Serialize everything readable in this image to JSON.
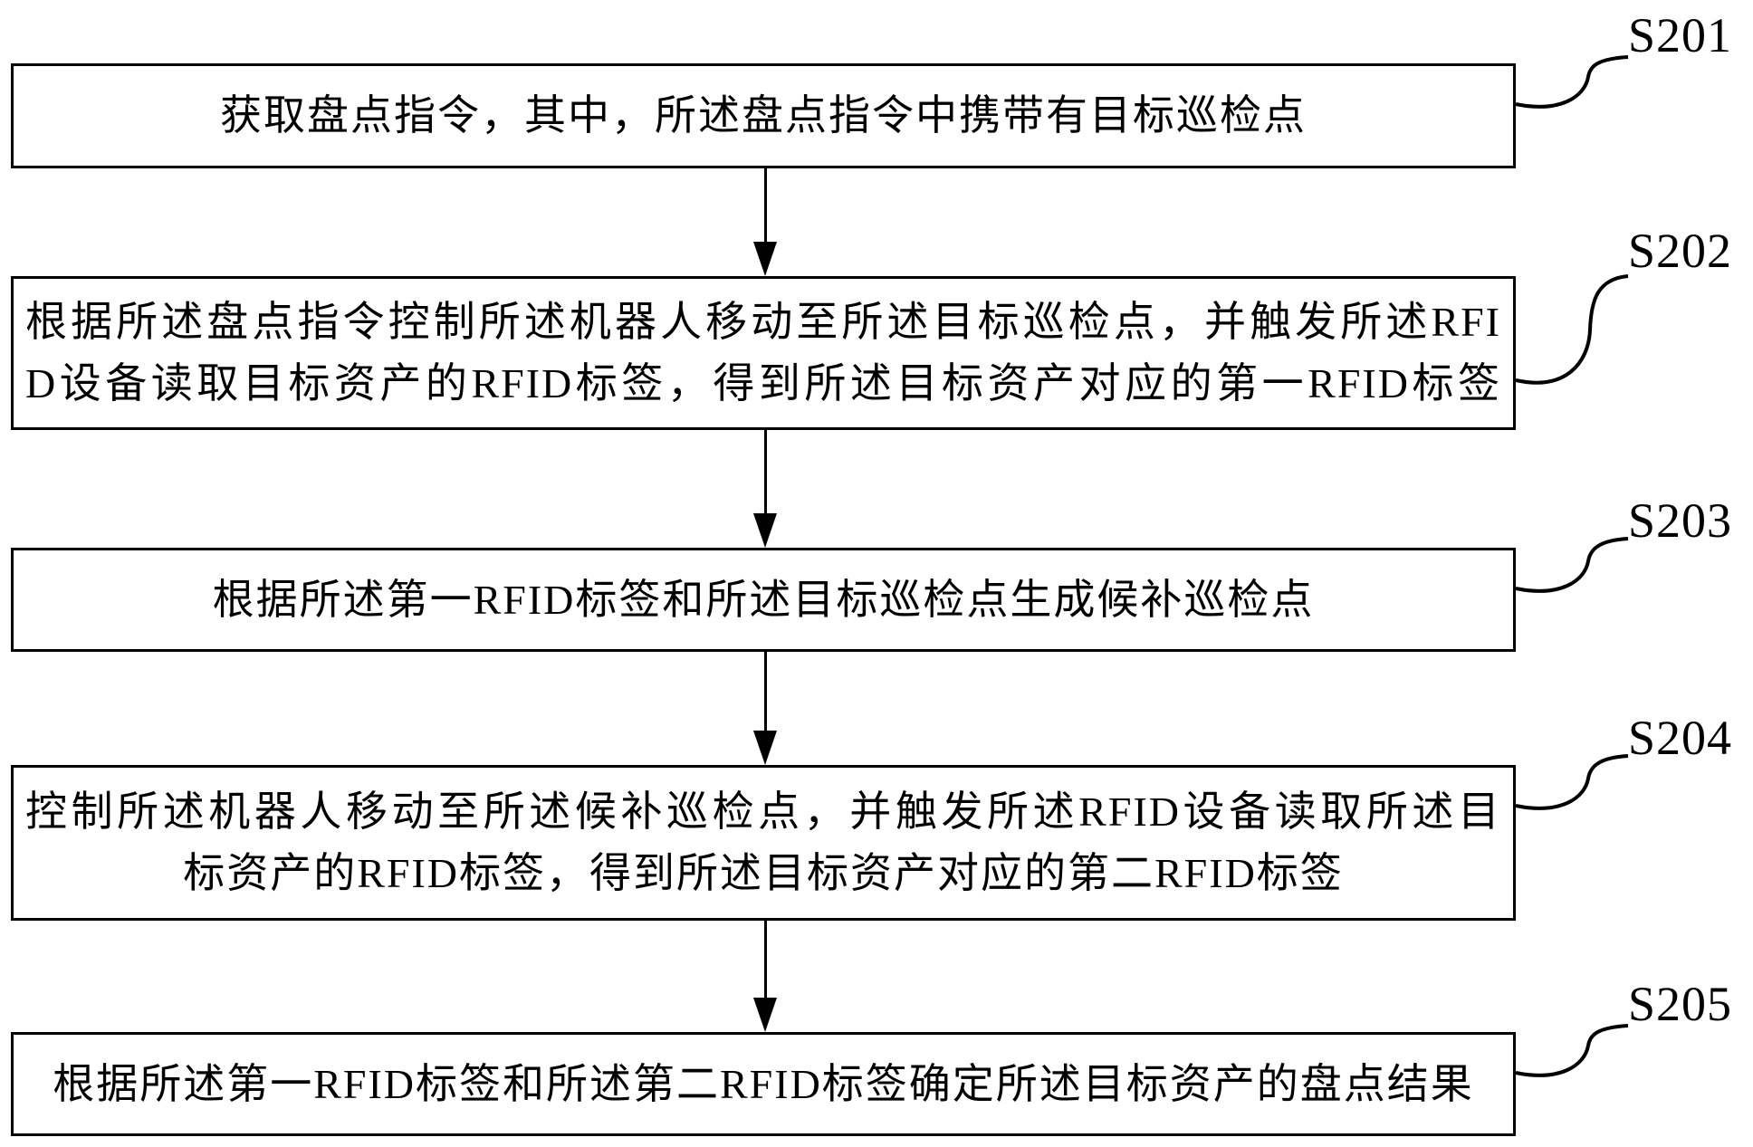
{
  "figure": {
    "type": "flowchart",
    "background_color": "#ffffff",
    "line_color": "#000000",
    "text_color": "#000000"
  },
  "steps": [
    {
      "label": "S201",
      "lines": [
        {
          "text": "获取盘点指令，其中，所述盘点指令中携带有目标巡检点"
        }
      ]
    },
    {
      "label": "S202",
      "lines": [
        {
          "text": "根据所述盘点指令控制所述机器人移动至所述目标巡检点，并触发所述RFI"
        },
        {
          "text": "D设备读取目标资产的RFID标签，得到所述目标资产对应的第一RFID标签"
        }
      ]
    },
    {
      "label": "S203",
      "lines": [
        {
          "text": "根据所述第一RFID标签和所述目标巡检点生成候补巡检点"
        }
      ]
    },
    {
      "label": "S204",
      "lines": [
        {
          "text": "控制所述机器人移动至所述候补巡检点，并触发所述RFID设备读取所述目"
        },
        {
          "text": "标资产的RFID标签，得到所述目标资产对应的第二RFID标签"
        }
      ]
    },
    {
      "label": "S205",
      "lines": [
        {
          "text": "根据所述第一RFID标签和所述第二RFID标签确定所述目标资产的盘点结果"
        }
      ]
    }
  ]
}
